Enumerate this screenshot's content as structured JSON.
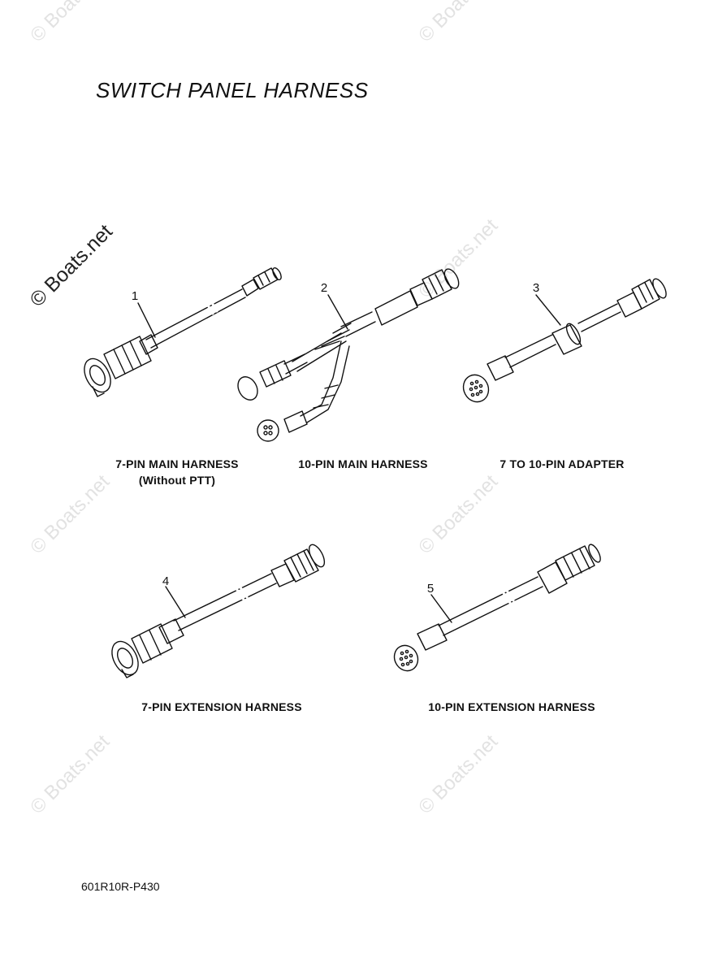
{
  "title": "SWITCH PANEL HARNESS",
  "watermark": "© Boats.net",
  "parts": [
    {
      "ref": "1",
      "name": "7-PIN MAIN HARNESS",
      "note": "(Without PTT)"
    },
    {
      "ref": "2",
      "name": "10-PIN MAIN HARNESS"
    },
    {
      "ref": "3",
      "name": "7 TO 10-PIN ADAPTER"
    },
    {
      "ref": "4",
      "name": "7-PIN EXTENSION HARNESS"
    },
    {
      "ref": "5",
      "name": "10-PIN EXTENSION HARNESS"
    }
  ],
  "diagram_code": "601R10R-P430"
}
